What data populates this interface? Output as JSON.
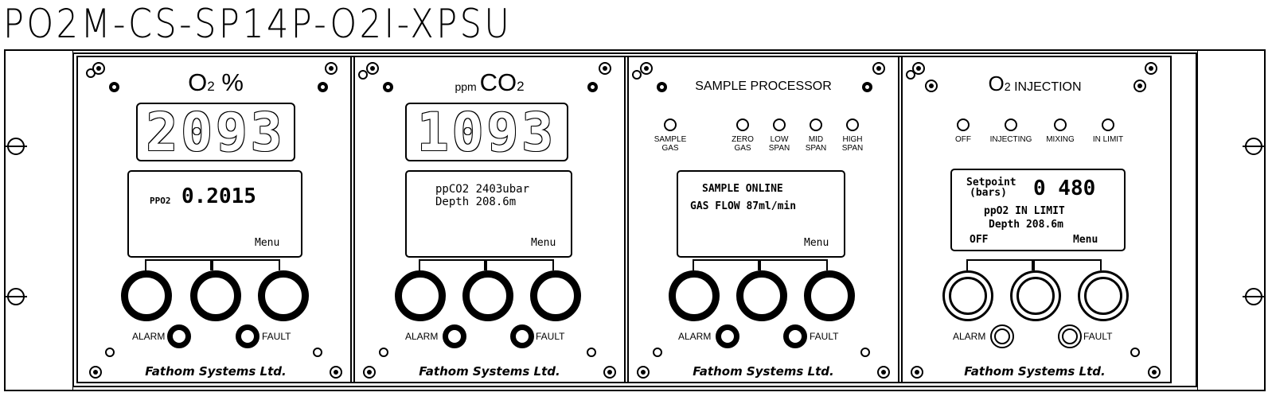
{
  "drawing_title": "PO2M-CS-SP14P-O2I-XPSU",
  "panels": [
    {
      "title_main": "O",
      "title_sub": "2",
      "title_suffix": " %",
      "led_value": "2093",
      "lcd_label": "PPO2",
      "lcd_value": "0.2015",
      "lcd_menu": "Menu",
      "alarm_label": "ALARM",
      "fault_label": "FAULT",
      "maker": "Fathom Systems Ltd."
    },
    {
      "title_prefix": "ppm ",
      "title_main": "CO",
      "title_sub": "2",
      "led_value": "1093",
      "lcd_line1": "ppCO2 2403ubar",
      "lcd_line2": "Depth 208.6m",
      "lcd_menu": "Menu",
      "alarm_label": "ALARM",
      "fault_label": "FAULT",
      "maker": "Fathom Systems Ltd."
    },
    {
      "title": "SAMPLE PROCESSOR",
      "indicators": [
        {
          "line1": "SAMPLE",
          "line2": "GAS"
        },
        {
          "line1": "ZERO",
          "line2": "GAS"
        },
        {
          "line1": "LOW",
          "line2": "SPAN"
        },
        {
          "line1": "MID",
          "line2": "SPAN"
        },
        {
          "line1": "HIGH",
          "line2": "SPAN"
        }
      ],
      "lcd_line1": "SAMPLE ONLINE",
      "lcd_line2": "GAS FLOW 87ml/min",
      "lcd_menu": "Menu",
      "alarm_label": "ALARM",
      "fault_label": "FAULT",
      "maker": "Fathom Systems Ltd."
    },
    {
      "title_main": "O",
      "title_sub": "2",
      "title_suffix": " INJECTION",
      "indicators": [
        {
          "line1": "OFF"
        },
        {
          "line1": "INJECTING"
        },
        {
          "line1": "MIXING"
        },
        {
          "line1": "IN LIMIT"
        }
      ],
      "lcd_setpoint_line1": "Setpoint",
      "lcd_setpoint_line2": "(bars)",
      "lcd_setpoint_value": "0 480",
      "lcd_line1": "ppO2 IN LIMIT",
      "lcd_line2": "Depth 208.6m",
      "lcd_left": "OFF",
      "lcd_menu": "Menu",
      "alarm_label": "ALARM",
      "fault_label": "FAULT",
      "maker": "Fathom Systems Ltd."
    }
  ]
}
